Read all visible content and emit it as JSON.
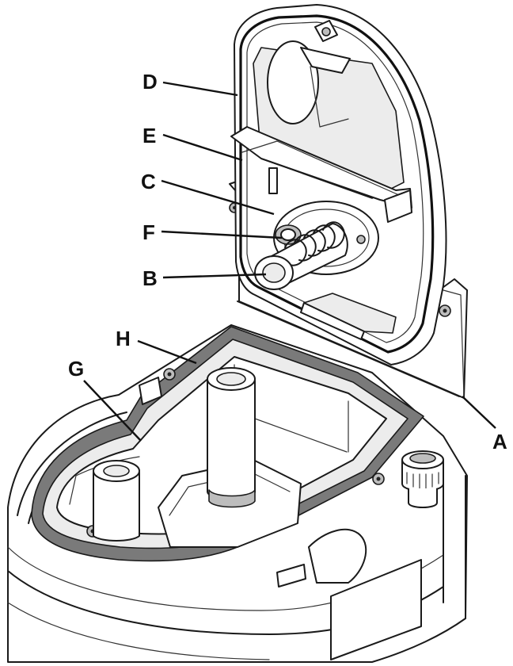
{
  "callouts": [
    {
      "id": "A",
      "label": "A"
    },
    {
      "id": "B",
      "label": "B"
    },
    {
      "id": "C",
      "label": "C"
    },
    {
      "id": "D",
      "label": "D"
    },
    {
      "id": "E",
      "label": "E"
    },
    {
      "id": "F",
      "label": "F"
    },
    {
      "id": "G",
      "label": "G"
    },
    {
      "id": "H",
      "label": "H"
    }
  ]
}
